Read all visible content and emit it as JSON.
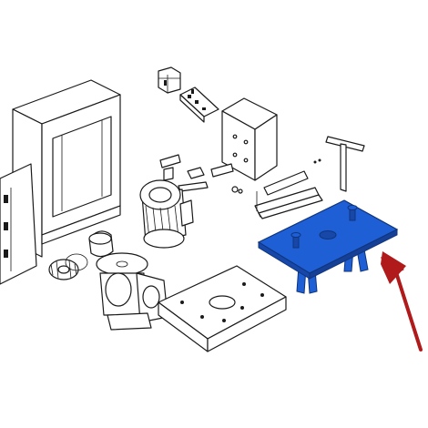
{
  "colors": {
    "background": "#ffffff",
    "line": "#1a1a1a",
    "highlight": "#1e5fd6",
    "arrow": "#b01a1a"
  },
  "highlighted_part": {
    "icon": "mounting-plate",
    "highlighted": true
  },
  "pointer": {
    "icon": "pointer-arrow",
    "direction": "up-left"
  }
}
